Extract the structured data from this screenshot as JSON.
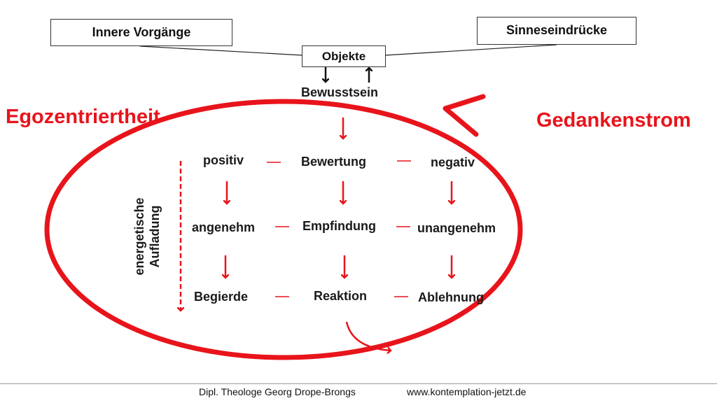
{
  "boxes": {
    "inner": "Innere Vorgänge",
    "senses": "Sinneseindrücke",
    "objects": "Objekte"
  },
  "consciousness": "Bewusstsein",
  "left_title": "Egozentriertheit",
  "right_title": "Gedankenstrom",
  "grid": {
    "row1": [
      "positiv",
      "Bewertung",
      "negativ"
    ],
    "row2": [
      "angenehm",
      "Empfindung",
      "unangenehm"
    ],
    "row3": [
      "Begierde",
      "Reaktion",
      "Ablehnung"
    ]
  },
  "vertical_label": [
    "energetische",
    "Aufladung"
  ],
  "footer": {
    "author": "Dipl. Theologe Georg Drope-Brongs",
    "url": "www.kontemplation-jetzt.de"
  },
  "colors": {
    "accent": "#e8141b",
    "text": "#1a1a1a"
  }
}
